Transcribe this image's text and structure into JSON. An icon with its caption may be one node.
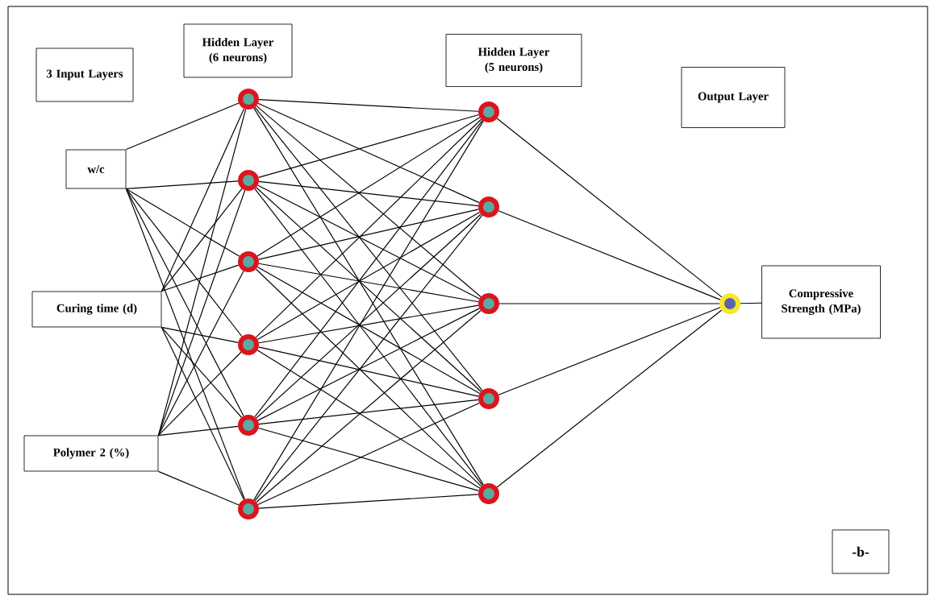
{
  "diagram": {
    "nodes": [
      {
        "text": [
          "3 Input Layers"
        ]
      },
      {
        "text": [
          "Hidden Layer (6 neurons)"
        ]
      },
      {
        "text": [
          "Hidden Layer (5 neurons)"
        ]
      },
      {
        "text": [
          "Output Layer"
        ]
      },
      {
        "text": [
          "w/c"
        ]
      },
      {
        "text": [
          "Curing time (d)"
        ]
      },
      {
        "text": [
          "Polymer 2 (%)"
        ]
      },
      {
        "text": [],
        "shape": "circle"
      },
      {
        "text": [],
        "shape": "circle"
      },
      {
        "text": [],
        "shape": "circle"
      },
      {
        "text": [],
        "shape": "circle"
      },
      {
        "text": [],
        "shape": "circle"
      },
      {
        "text": [],
        "shape": "circle"
      },
      {
        "text": [],
        "shape": "circle"
      },
      {
        "text": [],
        "shape": "circle"
      },
      {
        "text": [],
        "shape": "circle"
      },
      {
        "text": [],
        "shape": "circle"
      },
      {
        "text": [],
        "shape": "circle"
      },
      {
        "text": [],
        "shape": "circle"
      },
      {
        "text": [
          "Compressive Strength (MPa)"
        ]
      },
      {
        "text": [
          "-b-"
        ]
      }
    ],
    "edges": [
      {
        "from": 4,
        "to": 7,
        "arrow": "none"
      },
      {
        "from": 4,
        "to": 8,
        "arrow": "none"
      },
      {
        "from": 4,
        "to": 9,
        "arrow": "none"
      },
      {
        "from": 4,
        "to": 10,
        "arrow": "none"
      },
      {
        "from": 4,
        "to": 11,
        "arrow": "none"
      },
      {
        "from": 4,
        "to": 12,
        "arrow": "none"
      },
      {
        "from": 5,
        "to": 7,
        "arrow": "none"
      },
      {
        "from": 5,
        "to": 8,
        "arrow": "none"
      },
      {
        "from": 5,
        "to": 9,
        "arrow": "none"
      },
      {
        "from": 5,
        "to": 10,
        "arrow": "none"
      },
      {
        "from": 5,
        "to": 11,
        "arrow": "none"
      },
      {
        "from": 5,
        "to": 12,
        "arrow": "none"
      },
      {
        "from": 6,
        "to": 7,
        "arrow": "none"
      },
      {
        "from": 6,
        "to": 8,
        "arrow": "none"
      },
      {
        "from": 6,
        "to": 9,
        "arrow": "none"
      },
      {
        "from": 6,
        "to": 10,
        "arrow": "none"
      },
      {
        "from": 6,
        "to": 11,
        "arrow": "none"
      },
      {
        "from": 6,
        "to": 12,
        "arrow": "none"
      },
      {
        "from": 7,
        "to": 13,
        "arrow": "none"
      },
      {
        "from": 7,
        "to": 14,
        "arrow": "none"
      },
      {
        "from": 7,
        "to": 15,
        "arrow": "none"
      },
      {
        "from": 7,
        "to": 16,
        "arrow": "none"
      },
      {
        "from": 7,
        "to": 17,
        "arrow": "none"
      },
      {
        "from": 8,
        "to": 13,
        "arrow": "none"
      },
      {
        "from": 8,
        "to": 14,
        "arrow": "none"
      },
      {
        "from": 8,
        "to": 15,
        "arrow": "none"
      },
      {
        "from": 8,
        "to": 16,
        "arrow": "none"
      },
      {
        "from": 8,
        "to": 17,
        "arrow": "none"
      },
      {
        "from": 9,
        "to": 13,
        "arrow": "none"
      },
      {
        "from": 9,
        "to": 14,
        "arrow": "none"
      },
      {
        "from": 9,
        "to": 15,
        "arrow": "none"
      },
      {
        "from": 9,
        "to": 16,
        "arrow": "none"
      },
      {
        "from": 9,
        "to": 17,
        "arrow": "none"
      },
      {
        "from": 10,
        "to": 13,
        "arrow": "none"
      },
      {
        "from": 10,
        "to": 14,
        "arrow": "none"
      },
      {
        "from": 10,
        "to": 15,
        "arrow": "none"
      },
      {
        "from": 10,
        "to": 16,
        "arrow": "none"
      },
      {
        "from": 10,
        "to": 17,
        "arrow": "none"
      },
      {
        "from": 11,
        "to": 13,
        "arrow": "none"
      },
      {
        "from": 11,
        "to": 14,
        "arrow": "none"
      },
      {
        "from": 11,
        "to": 15,
        "arrow": "none"
      },
      {
        "from": 11,
        "to": 16,
        "arrow": "none"
      },
      {
        "from": 11,
        "to": 17,
        "arrow": "none"
      },
      {
        "from": 12,
        "to": 13,
        "arrow": "none"
      },
      {
        "from": 12,
        "to": 14,
        "arrow": "none"
      },
      {
        "from": 12,
        "to": 15,
        "arrow": "none"
      },
      {
        "from": 12,
        "to": 16,
        "arrow": "none"
      },
      {
        "from": 12,
        "to": 17,
        "arrow": "none"
      },
      {
        "from": 13,
        "to": 18,
        "arrow": "none"
      },
      {
        "from": 14,
        "to": 18,
        "arrow": "none"
      },
      {
        "from": 15,
        "to": 18,
        "arrow": "none"
      },
      {
        "from": 16,
        "to": 18,
        "arrow": "none"
      },
      {
        "from": 17,
        "to": 18,
        "arrow": "none"
      },
      {
        "from": 18,
        "to": 19,
        "arrow": "none"
      }
    ]
  }
}
